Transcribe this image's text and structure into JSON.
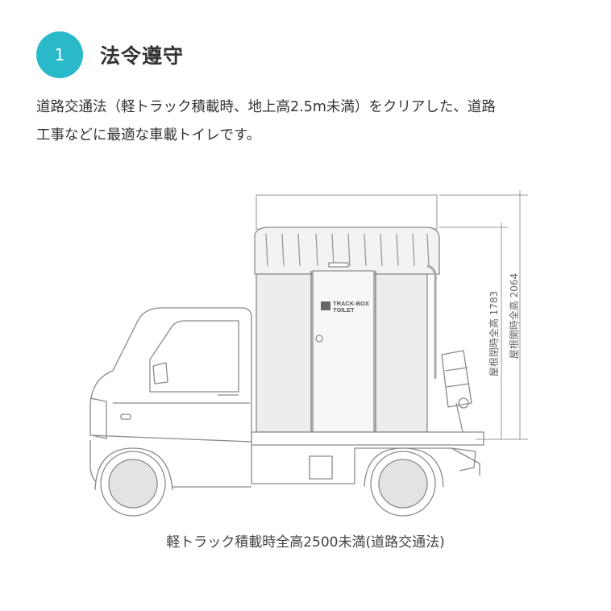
{
  "section": {
    "number": "1",
    "title": "法令遵守",
    "description_lines": [
      "道路交通法（軽トラック積載時、地上高2.5m未満）をクリアした、道路",
      "工事などに最適な車載トイレです。"
    ]
  },
  "figure": {
    "box_label_line1": "TRACK-BOX",
    "box_label_line2": "TOILET",
    "dimension_roof_closed": "屋根閉時全高 1783",
    "dimension_roof_open": "屋根開時全高 2064",
    "caption": "軽トラック積載時全高2500未満(道路交通法)"
  },
  "colors": {
    "accent": "#29b9c9",
    "line": "#8a8a8a"
  }
}
